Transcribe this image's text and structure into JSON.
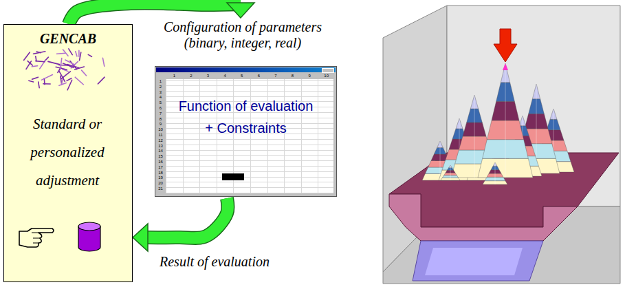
{
  "diagram": {
    "nodes": [
      {
        "text": [
          "GENCAB",
          "Standard or personalized adjustment"
        ]
      },
      {
        "text": [
          "Configuration of parameters (binary, integer, real)",
          "Function of evaluation + Constraints"
        ]
      }
    ],
    "edges": [
      {
        "from": 0,
        "to": 1,
        "arrow": "to"
      },
      {
        "from": 1,
        "to": 0,
        "arrow": "to",
        "label": "Result of evaluation"
      }
    ],
    "labels": [
      "1",
      "2",
      "3",
      "4",
      "5",
      "6",
      "7",
      "8",
      "9",
      "10",
      "1",
      "2",
      "3",
      "4",
      "5",
      "6",
      "7",
      "8",
      "9",
      "10",
      "11",
      "12",
      "13",
      "14",
      "15",
      "16",
      "17",
      "18",
      "19",
      "20",
      "21"
    ]
  }
}
